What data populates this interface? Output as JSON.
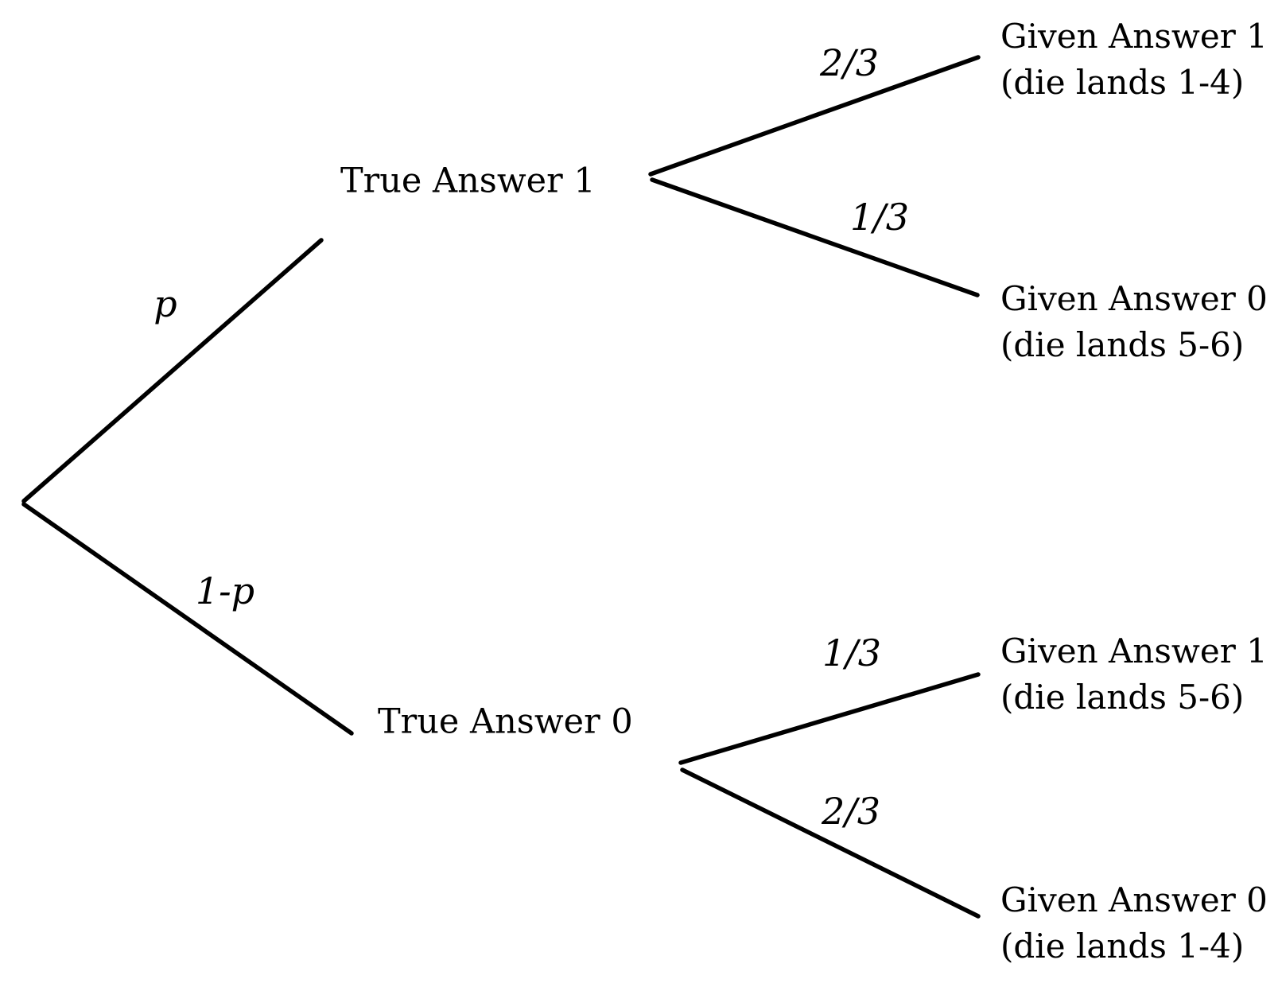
{
  "diagram": {
    "type": "probability-tree",
    "colors": {
      "background": "#ffffff",
      "line": "#000000",
      "text": "#000000"
    },
    "root_edges": {
      "up_label": "p",
      "down_label": "1-p"
    },
    "level1_nodes": [
      {
        "label": "True Answer 1"
      },
      {
        "label": "True Answer 0"
      }
    ],
    "level2_edges": {
      "ta1_up": "2/3",
      "ta1_down": "1/3",
      "ta0_up": "1/3",
      "ta0_down": "2/3"
    },
    "leaves": [
      {
        "line1": "Given Answer 1",
        "line2": "(die lands 1-4)"
      },
      {
        "line1": "Given Answer 0",
        "line2": "(die lands 5-6)"
      },
      {
        "line1": "Given Answer 1",
        "line2": "(die lands 5-6)"
      },
      {
        "line1": "Given Answer 0",
        "line2": "(die lands 1-4)"
      }
    ]
  }
}
